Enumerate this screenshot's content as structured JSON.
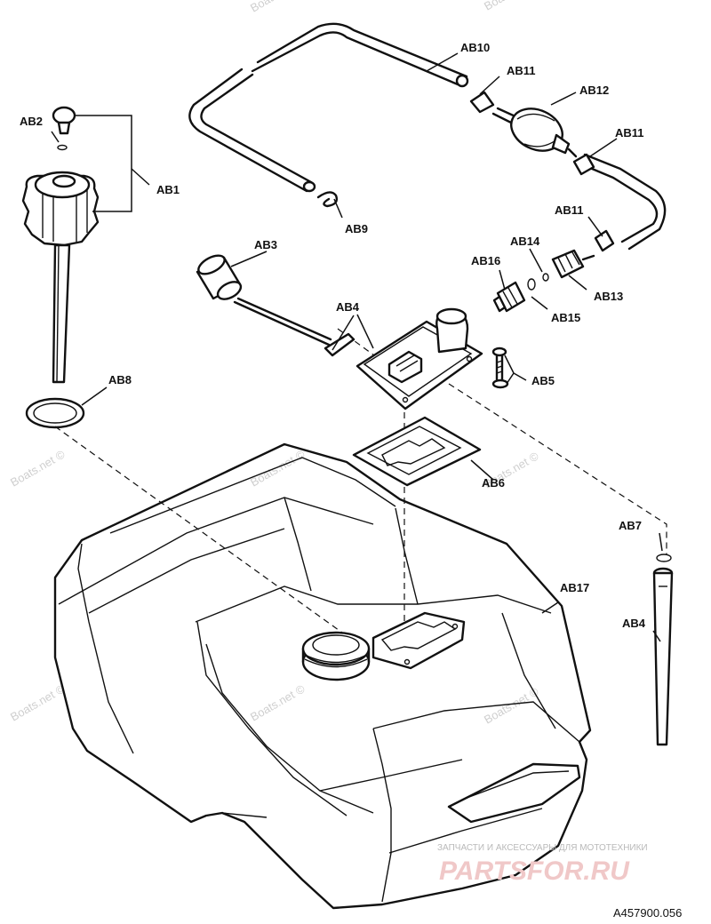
{
  "labels": {
    "ab1": "AB1",
    "ab2": "AB2",
    "ab3": "AB3",
    "ab4_top": "AB4",
    "ab4_side": "AB4",
    "ab5": "AB5",
    "ab6": "AB6",
    "ab7": "AB7",
    "ab8": "AB8",
    "ab9": "AB9",
    "ab10": "AB10",
    "ab11_a": "AB11",
    "ab11_b": "AB11",
    "ab11_c": "AB11",
    "ab12": "AB12",
    "ab13": "AB13",
    "ab14": "AB14",
    "ab15": "AB15",
    "ab16": "AB16",
    "ab17": "AB17"
  },
  "watermark": "Boats.net ©",
  "brand": {
    "tagline": "ЗАПЧАСТИ И АКСЕССУАРЫ ДЛЯ МОТОТЕХНИКИ",
    "name": "PARTSFOR.RU"
  },
  "figure_code": "A457900.056"
}
